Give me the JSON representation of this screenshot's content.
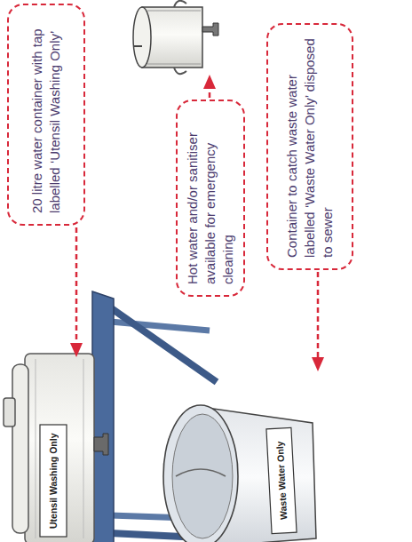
{
  "diagram": {
    "nodes": [
      {
        "text": [
          "20 litre water container with tap labelled ‘Utensil Washing Only’"
        ]
      },
      {
        "text": [
          "Hot water and/or sanitiser available for emergency cleaning"
        ]
      },
      {
        "text": [
          "Container to catch waste water labelled ‘Waste Water Only’ disposed to sewer"
        ]
      }
    ],
    "labels": [
      "Utensil Washing Only",
      "Waste Water Only"
    ]
  }
}
